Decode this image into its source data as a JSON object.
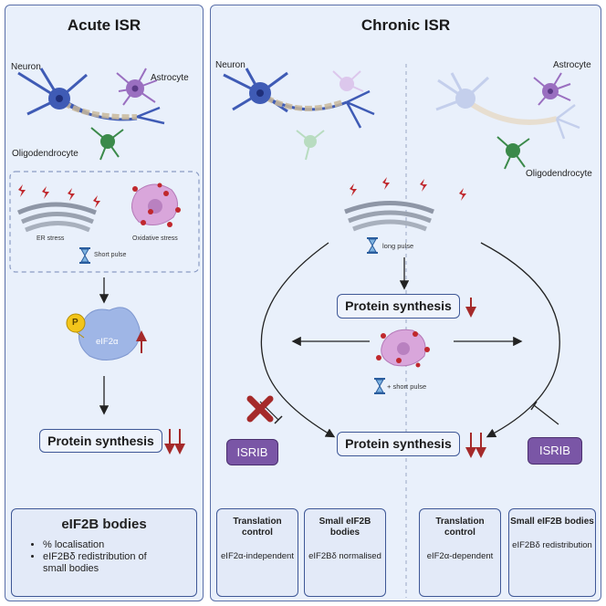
{
  "acute": {
    "title": "Acute ISR",
    "neuron": "Neuron",
    "astrocyte": "Astrocyte",
    "oligodendrocyte": "Oligodendrocyte",
    "er_stress": "ER stress",
    "oxidative_stress": "Oxidative stress",
    "short_pulse": "Short pulse",
    "p_badge": "P",
    "eif2a": "eIF2α",
    "protein_synthesis": "Protein synthesis",
    "bodies_title": "eIF2B bodies",
    "bullet1": "% localisation",
    "bullet2": "eIF2Bδ redistribution of small bodies"
  },
  "chronic": {
    "title": "Chronic ISR",
    "neuron": "Neuron",
    "astrocyte": "Astrocyte",
    "oligodendrocyte": "Oligodendrocyte",
    "long_pulse": "long pulse",
    "protein_synthesis_mid": "Protein synthesis",
    "short_pulse": "+ short pulse",
    "protein_synthesis_bottom": "Protein synthesis",
    "isrib_left": "ISRIB",
    "isrib_right": "ISRIB",
    "cards": [
      {
        "title": "Translation control",
        "body": "eIF2α-independent"
      },
      {
        "title": "Small eIF2B bodies",
        "body": "eIF2Bδ normalised"
      },
      {
        "title": "Translation control",
        "body": "eIF2α-dependent"
      },
      {
        "title": "Small eIF2B bodies",
        "body": "eIF2Bδ redistribution"
      }
    ]
  },
  "colors": {
    "panel_bg": "#e9f0fb",
    "border": "#3e5796",
    "isrib": "#7a56a6",
    "arrow_red": "#a52a2a",
    "neuron": "#3f5bb5",
    "astrocyte": "#9a6fc0",
    "oligodendrocyte": "#3b8a4a"
  },
  "icons": [
    "neuron-icon",
    "astrocyte-icon",
    "oligodendrocyte-icon",
    "er-stress-icon",
    "oxidative-stress-icon",
    "hourglass-icon",
    "lightning-icon",
    "eif2a-protein-icon",
    "phosphate-badge-icon",
    "inhibition-cross-icon"
  ]
}
